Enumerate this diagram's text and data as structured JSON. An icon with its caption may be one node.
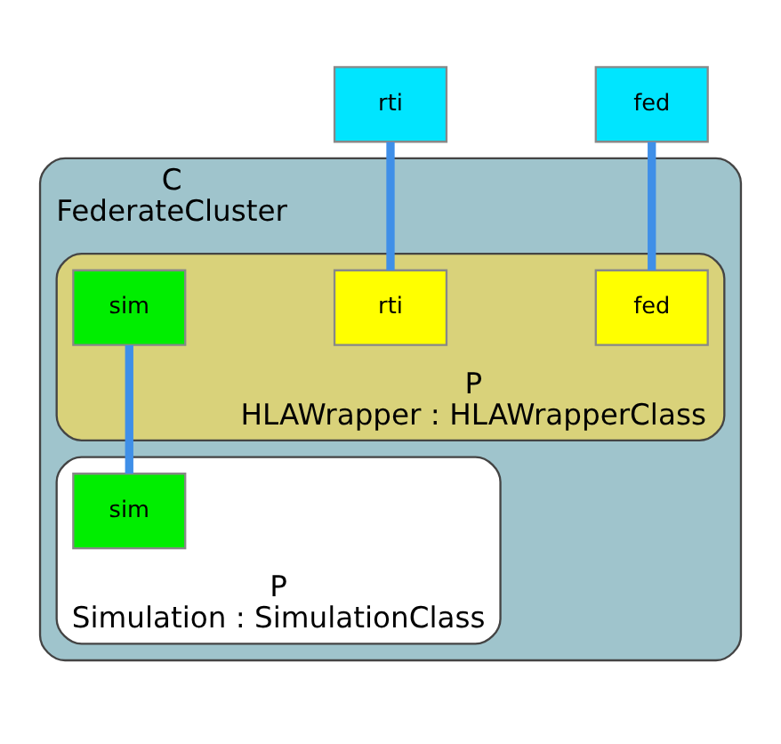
{
  "diagram": {
    "nodes": [
      {
        "text": [
          "C",
          "FederateCluster"
        ]
      },
      {
        "text": [
          "rti"
        ]
      },
      {
        "text": [
          "fed"
        ]
      },
      {
        "text": [
          "P",
          "HLAWrapper : HLAWrapperClass"
        ],
        "in": 0
      },
      {
        "text": [
          "rti"
        ],
        "in": 3
      },
      {
        "text": [
          "fed"
        ],
        "in": 3
      },
      {
        "text": [
          "sim"
        ],
        "in": 3
      },
      {
        "text": [
          "P",
          "Simulation : SimulationClass"
        ],
        "in": 0
      },
      {
        "text": [
          "sim"
        ],
        "in": 7
      }
    ],
    "edges": [
      {
        "from": 1,
        "to": 4,
        "arrow": "none"
      },
      {
        "from": 2,
        "to": 5,
        "arrow": "none"
      },
      {
        "from": 6,
        "to": 8,
        "arrow": "none"
      }
    ]
  }
}
